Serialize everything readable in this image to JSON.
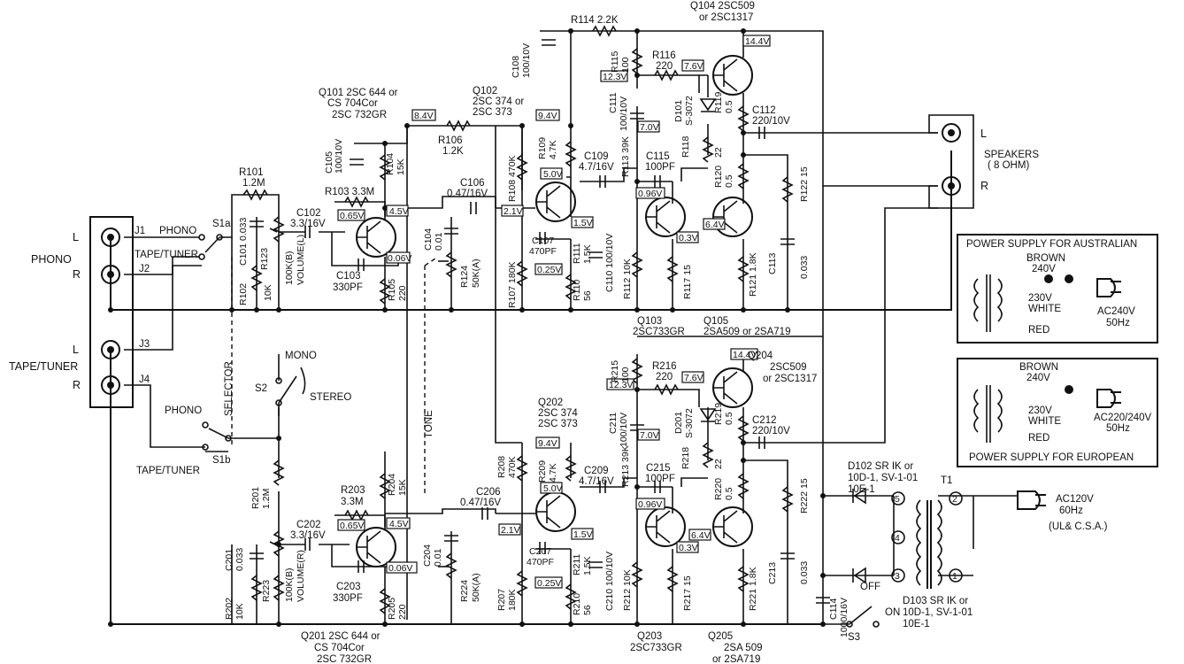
{
  "diagram": {
    "inputs": {
      "phono": "PHONO",
      "tape_tuner": "TAPE/TUNER",
      "jacks": [
        "J1",
        "J2",
        "J3",
        "J4"
      ],
      "L": "L",
      "R": "R"
    },
    "selector": {
      "s1a": "S1a",
      "s1b": "S1b",
      "phono": "PHONO",
      "tape_tuner": "TAPE/TUNER",
      "selector": "SELECTOR",
      "s2": "S2",
      "mono": "MONO",
      "stereo": "STEREO"
    },
    "ch1": {
      "r101": "R101",
      "r101v": "1.2M",
      "c101": "C101 0.033",
      "r102": "R102",
      "r102v": "10K",
      "r123": "R123",
      "vol": "100K(B)",
      "vol2": "VOLUME(L)",
      "c102": "C102",
      "c102v": "3.3/16V",
      "c105": "C105",
      "c105v": "100/10V",
      "q101a": "Q101 2SC 644 or",
      "q101b": "CS 704Cor",
      "q101c": "2SC 732GR",
      "v84": "8.4V",
      "r103": "R103 3.3M",
      "r104": "R104",
      "r104v": "15K",
      "v065": "0.65V",
      "v45": "4.5V",
      "v006": "0.06V",
      "c103": "C103",
      "c103v": "330PF",
      "r105": "R105",
      "r105v": "220",
      "r106": "R106",
      "r106v": "1.2K",
      "c106": "C106",
      "c106v": "0.47/16V",
      "c104": "C104",
      "c104v": "0.01",
      "r124": "R124",
      "r124v": "50K(A)",
      "q102a": "Q102",
      "q102b": "2SC 374 or",
      "q102c": "2SC 373",
      "v94": "9.4V",
      "r108": "R108 470K",
      "r109": "R109",
      "r109v": "4.7K",
      "v50": "5.0V",
      "v21": "2.1V",
      "v15": "1.5V",
      "c107": "C107",
      "c107v": "470PF",
      "r107": "R107 180K",
      "r111": "R111",
      "r111v": "1.5K",
      "v025": "0.25V",
      "r110": "R110",
      "r110v": "56",
      "c110": "C110 100/10V",
      "c108": "C108",
      "c108v": "100/10V",
      "r114": "R114 2.2K",
      "r115": "R115",
      "r115v": "100",
      "v123": "12.3V",
      "r116": "R116",
      "r116v": "220",
      "v76": "7.6V",
      "c111": "C111",
      "c111v": "100/10V",
      "d101": "D101",
      "d101v": "S-3072",
      "v70": "7.0V",
      "r113": "R113 39K",
      "c109": "C109",
      "c109v": "4.7/16V",
      "c115": "C115",
      "c115v": "100PF",
      "r118": "R118",
      "r118v": "22",
      "v096": "0.96V",
      "v64": "6.4V",
      "v03": "0.3V",
      "r112": "R112 10K",
      "r117": "R117 15",
      "q104a": "Q104 2SC509",
      "q104b": "or 2SC1317",
      "v144": "14.4V",
      "r119": "R119",
      "r119v": "0.5",
      "c112": "C112",
      "c112v": "220/10V",
      "r120": "R120",
      "r120v": "0.5",
      "r121": "R121 1.8K",
      "c113": "C113",
      "r122": "R122 15",
      "c0033": "0.033"
    },
    "ch2": {
      "r201": "R201",
      "r201v": "1.2M",
      "c201": "C201",
      "c201v": "0.033",
      "r202": "R202",
      "r202v": "10K",
      "r223": "R223",
      "vol": "100K(B)",
      "vol2": "VOLUME(R)",
      "c202": "C202",
      "c202v": "3.3/16V",
      "r203": "R203",
      "r203v": "3.3M",
      "r204": "R204",
      "r204v": "15K",
      "v065": "0.65V",
      "v45": "4.5V",
      "v006": "0.06V",
      "c203": "C203",
      "c203v": "330PF",
      "r205": "R205",
      "r205v": "220",
      "q201a": "Q201 2SC 644 or",
      "q201b": "CS 704Cor",
      "q201c": "2SC 732GR",
      "tone": "TONE",
      "c206": "C206",
      "c206v": "0.47/16V",
      "c204": "C204",
      "c204v": "0.01",
      "r224": "R224",
      "r224v": "50K(A)",
      "q202a": "Q202",
      "q202b": "2SC 374",
      "q202c": "2SC 373",
      "v94": "9.4V",
      "r208": "R208",
      "r208v": "470K",
      "r209": "R209",
      "r209v": "4.7K",
      "v50": "5.0V",
      "v21": "2.1V",
      "v15": "1.5V",
      "c207": "C207",
      "c207v": "470PF",
      "r207": "R207",
      "r207v": "180K",
      "r211": "R211",
      "r211v": "1.5K",
      "v025": "0.25V",
      "r210": "R210",
      "r210v": "56",
      "c210": "C210 100/10V",
      "c209": "C209",
      "c209v": "4.7/16V",
      "q203a": "Q103",
      "q203b": "2SC733GR",
      "q105a": "Q105",
      "q105b": "2SA509 or 2SA719",
      "r215": "R215",
      "r215v": "100",
      "v123": "12.3V",
      "r216": "R216",
      "r216v": "220",
      "v76": "7.6V",
      "c211": "C211",
      "c211v": "100/10V",
      "d201": "D201",
      "d201v": "S-3072",
      "v70": "7.0V",
      "r213": "R213 39K",
      "c215": "C215",
      "c215v": "100PF",
      "r218": "R218",
      "r218v": "22",
      "v096": "0.96V",
      "v64": "6.4V",
      "v03": "0.3V",
      "r212": "R212 10K",
      "r217": "R217 15",
      "q204a": "Q204",
      "q204b": "2SC509",
      "q204c": "or 2SC1317",
      "v144": "14.4V",
      "r219": "R219",
      "r219v": "0.5",
      "c212": "C212",
      "c212v": "220/10V",
      "r220": "R220",
      "r220v": "0.5",
      "r221": "R221 1.8K",
      "c213": "C213",
      "r222": "R222 15",
      "c0033": "0.033",
      "q203l1": "Q203",
      "q203l2": "2SC733GR",
      "q205l1": "Q205",
      "q205l2": "2SA 509",
      "q205l3": "or 2SA719"
    },
    "speakers": {
      "label": "SPEAKERS",
      "ohm": "( 8 OHM)",
      "L": "L",
      "R": "R"
    },
    "psu_au": {
      "title": "POWER SUPPLY FOR AUSTRALIAN",
      "brown": "BROWN",
      "v240": "240V",
      "v230": "230V",
      "white": "WHITE",
      "red": "RED",
      "ac": "AC240V",
      "hz": "50Hz"
    },
    "psu_eu": {
      "title": "POWER SUPPLY FOR EUROPEAN",
      "brown": "BROWN",
      "v240": "240V",
      "v230": "230V",
      "white": "WHITE",
      "red": "RED",
      "ac": "AC220/240V",
      "hz": "50Hz"
    },
    "psu_main": {
      "d102a": "D102 SR IK or",
      "d102b": "10D-1, SV-1-01",
      "d102c": "10E-1",
      "d103a": "D103 SR IK or",
      "d103b": "10D-1, SV-1-01",
      "d103c": "10E-1",
      "t1": "T1",
      "ac": "AC120V",
      "hz": "60Hz",
      "ul": "(UL& C.S.A.)",
      "c114": "C114",
      "c114v": "1000/16V",
      "off": "OFF",
      "on": "ON",
      "s3": "S3",
      "p5": "5",
      "p4": "4",
      "p3": "3",
      "p2": "2",
      "p1": "1"
    }
  }
}
